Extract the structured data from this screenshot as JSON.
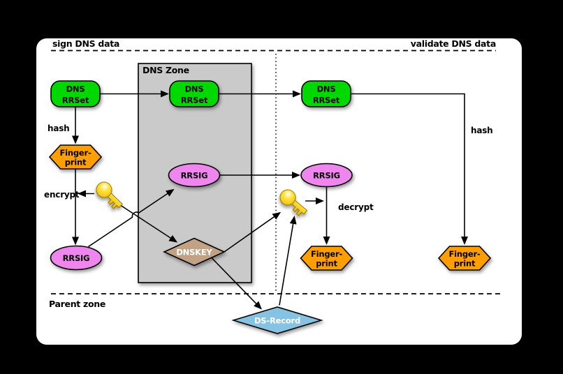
{
  "title_labels": {
    "sign": "sign DNS data",
    "validate": "validate DNS data",
    "dns_zone": "DNS Zone",
    "parent_zone": "Parent zone"
  },
  "edge_labels": {
    "hash_sign": "hash",
    "hash_validate": "hash",
    "encrypt": "encrypt",
    "decrypt": "decrypt"
  },
  "nodes": {
    "rrset_sign": {
      "line1": "DNS",
      "line2": "RRSet"
    },
    "rrset_zone": {
      "line1": "DNS",
      "line2": "RRSet"
    },
    "rrset_validate": {
      "line1": "DNS",
      "line2": "RRSet"
    },
    "fingerprint_sign": {
      "line1": "Finger-",
      "line2": "print"
    },
    "fingerprint_validate": {
      "line1": "Finger-",
      "line2": "print"
    },
    "fingerprint_parent": {
      "line1": "Finger-",
      "line2": "print"
    },
    "rrsig_sign": {
      "label": "RRSIG"
    },
    "rrsig_zone": {
      "label": "RRSIG"
    },
    "rrsig_validate": {
      "label": "RRSIG"
    },
    "dnskey": {
      "label": "DNSKEY"
    },
    "ds_record": {
      "label": "DS-Record"
    }
  },
  "colors": {
    "background_black": "#000000",
    "panel_white": "#ffffff",
    "zone_gray": "#cacaca",
    "rrset_green": "#00d800",
    "fingerprint_orange": "#ff9e00",
    "rrsig_violet": "#ee86ee",
    "dnskey_tan": "#c2a284",
    "ds_blue": "#86c2e2",
    "key_yellow": "#f2c200"
  }
}
